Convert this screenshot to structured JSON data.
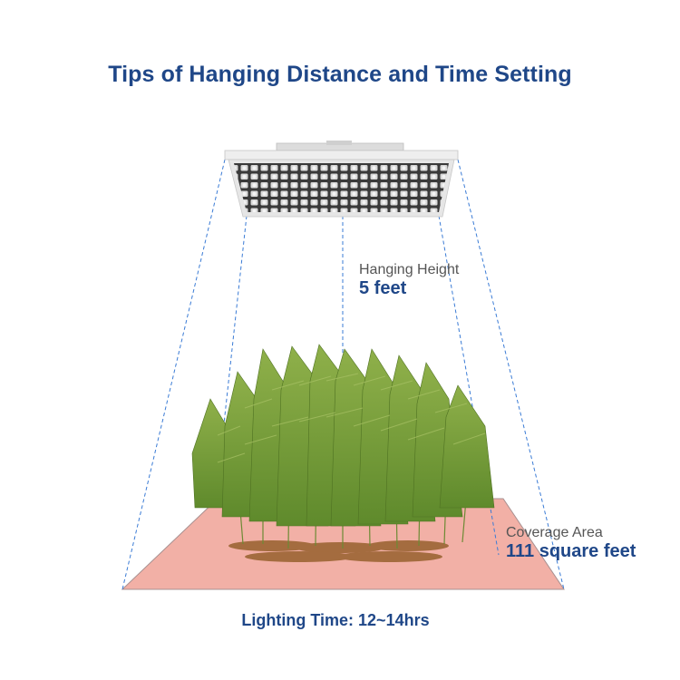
{
  "title": "Tips of Hanging Distance and Time Setting",
  "hanging": {
    "label": "Hanging Height",
    "value": "5 feet"
  },
  "coverage": {
    "label": "Coverage Area",
    "value": "111 square feet"
  },
  "lighting_time": "Lighting Time: 12~14hrs",
  "colors": {
    "accent": "#1f4788",
    "floor": "#f2b0a6",
    "dashed_lines": "#3a7bd5",
    "plant": "#7da23c"
  },
  "icons": {
    "light": "led-grow-light-panel",
    "plants": "fern-plants"
  }
}
